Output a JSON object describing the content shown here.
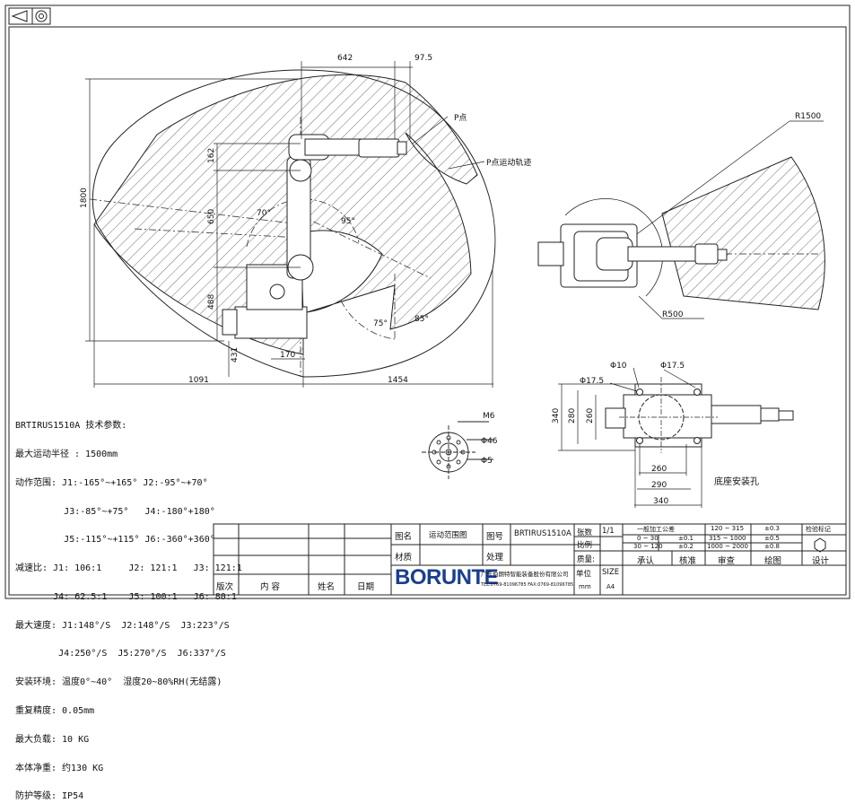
{
  "dimensions": {
    "reach_top": "642",
    "offset_top": "97.5",
    "height_total": "1800",
    "seg_162": "162",
    "seg_650": "650",
    "seg_488": "488",
    "seg_431": "431",
    "base_170": "170",
    "left_1091": "1091",
    "right_1454": "1454",
    "angle_70": "70°",
    "angle_95": "95°",
    "angle_75": "75°",
    "angle_85": "85°",
    "r1500": "R1500",
    "r500": "R500",
    "phi10": "Φ10",
    "phi175a": "Φ17.5",
    "phi175b": "Φ17.5",
    "d340": "340",
    "d280": "280",
    "d260v": "260",
    "d260h": "260",
    "d290": "290",
    "d340h": "340",
    "m6": "M6",
    "phi46": "Φ46",
    "phi5": "Φ5"
  },
  "labels": {
    "p_point": "P点",
    "p_path": "P点运动轨迹",
    "base_holes": "底座安装孔"
  },
  "specs": [
    "BRTIRUS1510A 技术参数:",
    "最大运动半径 : 1500mm",
    "动作范围: J1:-165°~+165° J2:-95°~+70°",
    "         J3:-85°~+75°   J4:-180°+180°",
    "         J5:-115°~+115° J6:-360°+360°",
    "减速比: J1: 106:1     J2: 121:1   J3: 121:1",
    "       J4: 62.5:1    J5: 100:1   J6: 80:1",
    "最大速度: J1:148°/S  J2:148°/S  J3:223°/S",
    "        J4:250°/S  J5:270°/S  J6:337°/S",
    "安装环境: 温度0°~40°  湿度20~80%RH(无结露)",
    "重复精度: 0.05mm",
    "最大负载: 10 KG",
    "本体净重: 约130 KG",
    "防护等级: IP54"
  ],
  "title_block": {
    "tu_ming": "图名",
    "tu_ming_val": "运动范围图",
    "tu_hao": "图号",
    "tu_hao_val": "BRTIRUS1510A",
    "zhang_shu": "张数",
    "zhang_shu_val": "1/1",
    "tolerance_title": "一般加工公差",
    "tol_r1_a": "0 ~ 30",
    "tol_r1_b": "±0.1",
    "tol_r1_c": "120 ~ 315",
    "tol_r1_d": "±0.3",
    "tol_r2_a": "30 ~ 120",
    "tol_r2_b": "±0.2",
    "tol_r2_c": "315 ~ 1000",
    "tol_r2_d": "±0.5",
    "tol_r3_c": "1000 ~ 2000",
    "tol_r3_d": "±0.8",
    "inspect_mark": "检验标记",
    "bi_li": "比例",
    "cai_zhi": "材质",
    "chu_li": "处理",
    "zhi_liang": "质量:",
    "cheng_ren": "承认",
    "he_zhun": "核准",
    "shen_cha": "审查",
    "hui_tu": "绘图",
    "she_ji": "设计",
    "ban_ci": "版次",
    "nei_rong": "内 容",
    "xing_ming": "姓名",
    "ri_qi": "日期",
    "dan_wei": "单位",
    "dan_wei_val": "mm",
    "size": "SIZE",
    "size_val": "A4",
    "logo": "BORUNTE",
    "company": "广东伯朗特智能装备股份有限公司",
    "contact": "TEL:0769-81096785  FAX:0769-81096785"
  }
}
